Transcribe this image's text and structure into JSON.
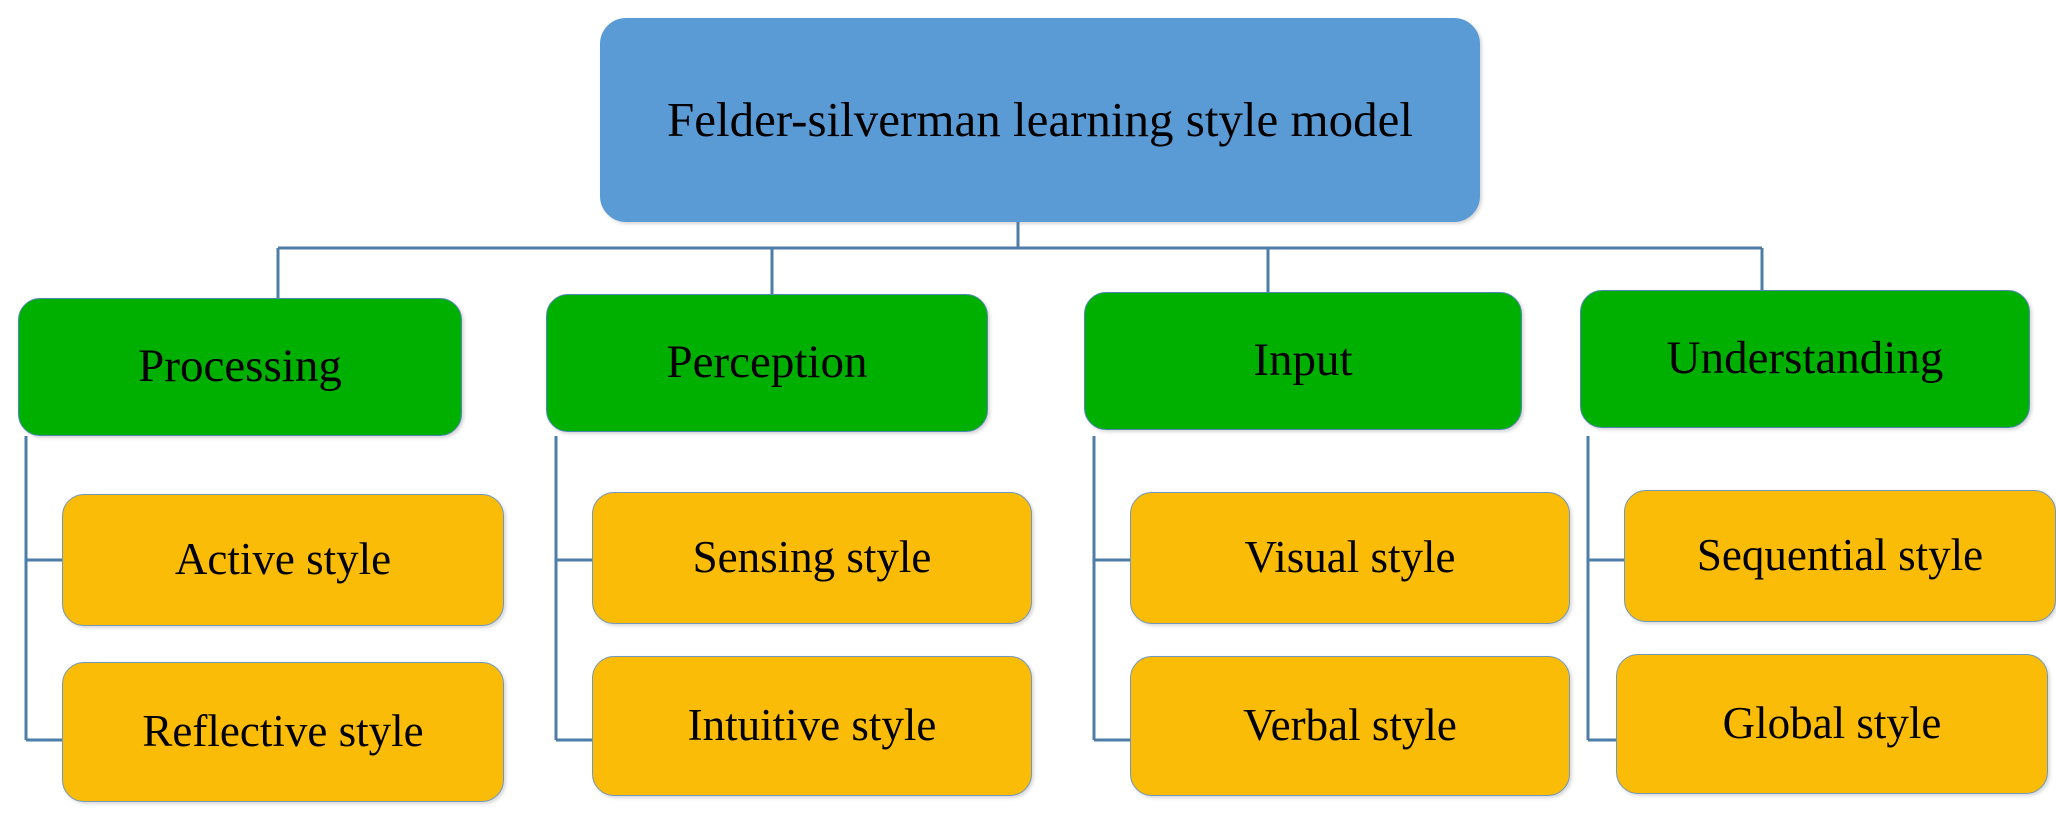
{
  "diagram": {
    "title": "Felder-silverman learning style model",
    "colors": {
      "root_fill": "#5B9BD5",
      "category_fill": "#00B000",
      "style_fill": "#FBBC07",
      "connector": "#4E7EA8",
      "text": "#000000",
      "background": "#FFFFFF"
    },
    "root": {
      "label": "Felder-silverman learning style model"
    },
    "categories": [
      {
        "label": "Processing",
        "styles": [
          {
            "label": "Active style"
          },
          {
            "label": "Reflective style"
          }
        ]
      },
      {
        "label": "Perception",
        "styles": [
          {
            "label": "Sensing style"
          },
          {
            "label": "Intuitive style"
          }
        ]
      },
      {
        "label": "Input",
        "styles": [
          {
            "label": "Visual style"
          },
          {
            "label": "Verbal style"
          }
        ]
      },
      {
        "label": "Understanding",
        "styles": [
          {
            "label": "Sequential style"
          },
          {
            "label": "Global style"
          }
        ]
      }
    ]
  }
}
